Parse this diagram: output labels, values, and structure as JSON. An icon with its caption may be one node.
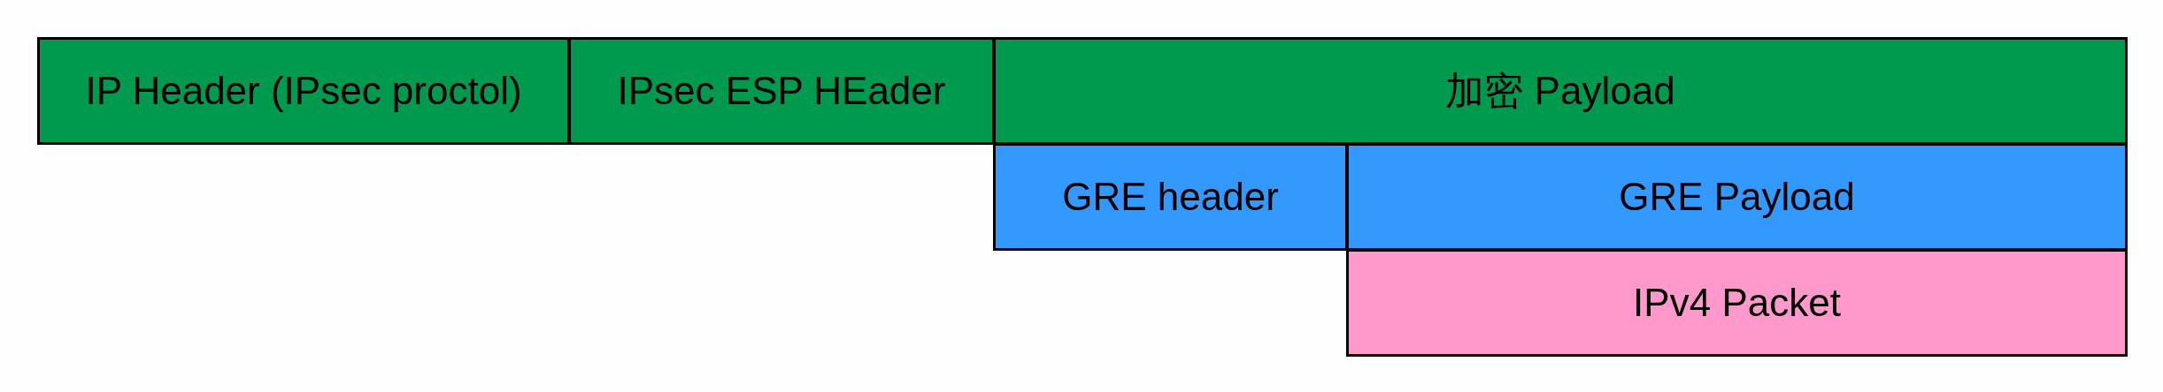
{
  "diagram": {
    "nodes": [
      {
        "text": [
          "IP Header (IPsec proctol)"
        ]
      },
      {
        "text": [
          "IPsec ESP HEader"
        ]
      },
      {
        "text": [
          "加密 Payload"
        ]
      },
      {
        "text": [
          "GRE header"
        ]
      },
      {
        "text": [
          "GRE Payload"
        ]
      },
      {
        "text": [
          "IPv4 Packet"
        ]
      }
    ]
  }
}
